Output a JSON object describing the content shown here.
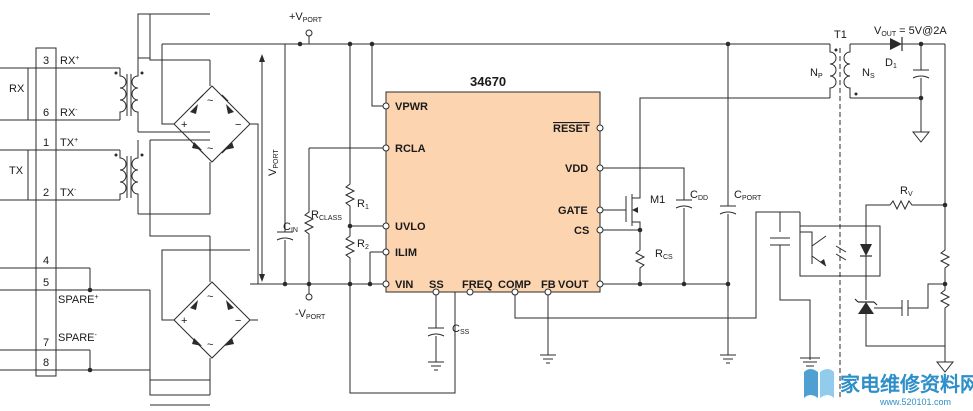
{
  "ic": {
    "title": "34670",
    "pins_left": [
      "VPWR",
      "RCLA",
      "UVLO",
      "ILIM",
      "VIN"
    ],
    "pins_right": [
      "RESET",
      "VDD",
      "GATE",
      "CS",
      "VOUT"
    ],
    "pins_bottom": [
      "SS",
      "FREQ",
      "COMP",
      "FB"
    ],
    "fill_color": "#fcd5b0"
  },
  "connector": {
    "pin_numbers": [
      "3",
      "6",
      "1",
      "2",
      "4",
      "5",
      "7",
      "8"
    ],
    "group_labels": [
      "RX",
      "TX"
    ]
  },
  "signals": {
    "rx_plus": "RX",
    "rx_minus": "RX",
    "tx_plus": "TX",
    "tx_minus": "TX",
    "spare_plus": "SPARE",
    "spare_minus": "SPARE"
  },
  "rails": {
    "vport_pos": "+V",
    "vport_pos_sub": "PORT",
    "vport_neg": "-V",
    "vport_neg_sub": "PORT",
    "vport": "V",
    "vport_sub": "PORT"
  },
  "components": {
    "cin": "C",
    "cin_sub": "IN",
    "rclass": "R",
    "rclass_sub": "CLASS",
    "r1": "R",
    "r1_sub": "1",
    "r2": "R",
    "r2_sub": "2",
    "css": "C",
    "css_sub": "SS",
    "m1": "M1",
    "rcs": "R",
    "rcs_sub": "CS",
    "cdd": "C",
    "cdd_sub": "DD",
    "cport": "C",
    "cport_sub": "PORT",
    "t1": "T1",
    "np": "N",
    "np_sub": "P",
    "ns": "N",
    "ns_sub": "S",
    "d1": "D",
    "d1_sub": "1",
    "rv": "R",
    "rv_sub": "V"
  },
  "output": {
    "prefix": "V",
    "sub": "OUT",
    "spec": " = 5V@2A"
  },
  "watermark": {
    "cn": "家电维修资料网",
    "url": "www.520101.com",
    "color": "#2e8fc9"
  }
}
